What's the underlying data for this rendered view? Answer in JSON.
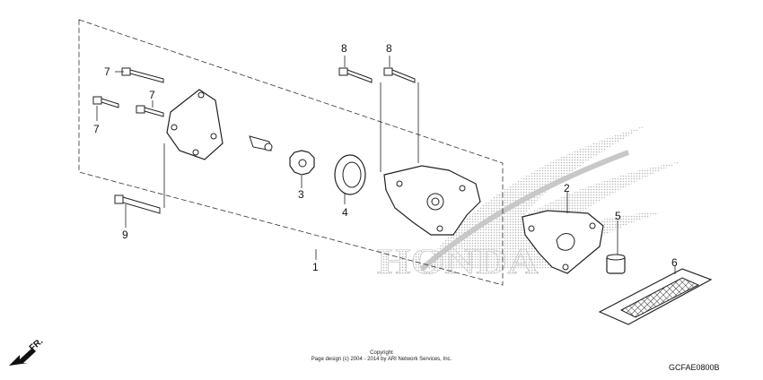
{
  "callouts": [
    "1",
    "2",
    "3",
    "4",
    "5",
    "6",
    "7",
    "7",
    "7",
    "8",
    "8",
    "9"
  ],
  "watermark_text": "HONDA",
  "copyright_line1": "Copyright",
  "copyright_line2": "Page design (c) 2004 - 2014 by ARI Network Services, Inc.",
  "diagram_code": "GCFAE0800B",
  "front_indicator": "FR.",
  "colors": {
    "line": "#222222",
    "dot": "#b8b8b8",
    "fill": "#ffffff"
  }
}
